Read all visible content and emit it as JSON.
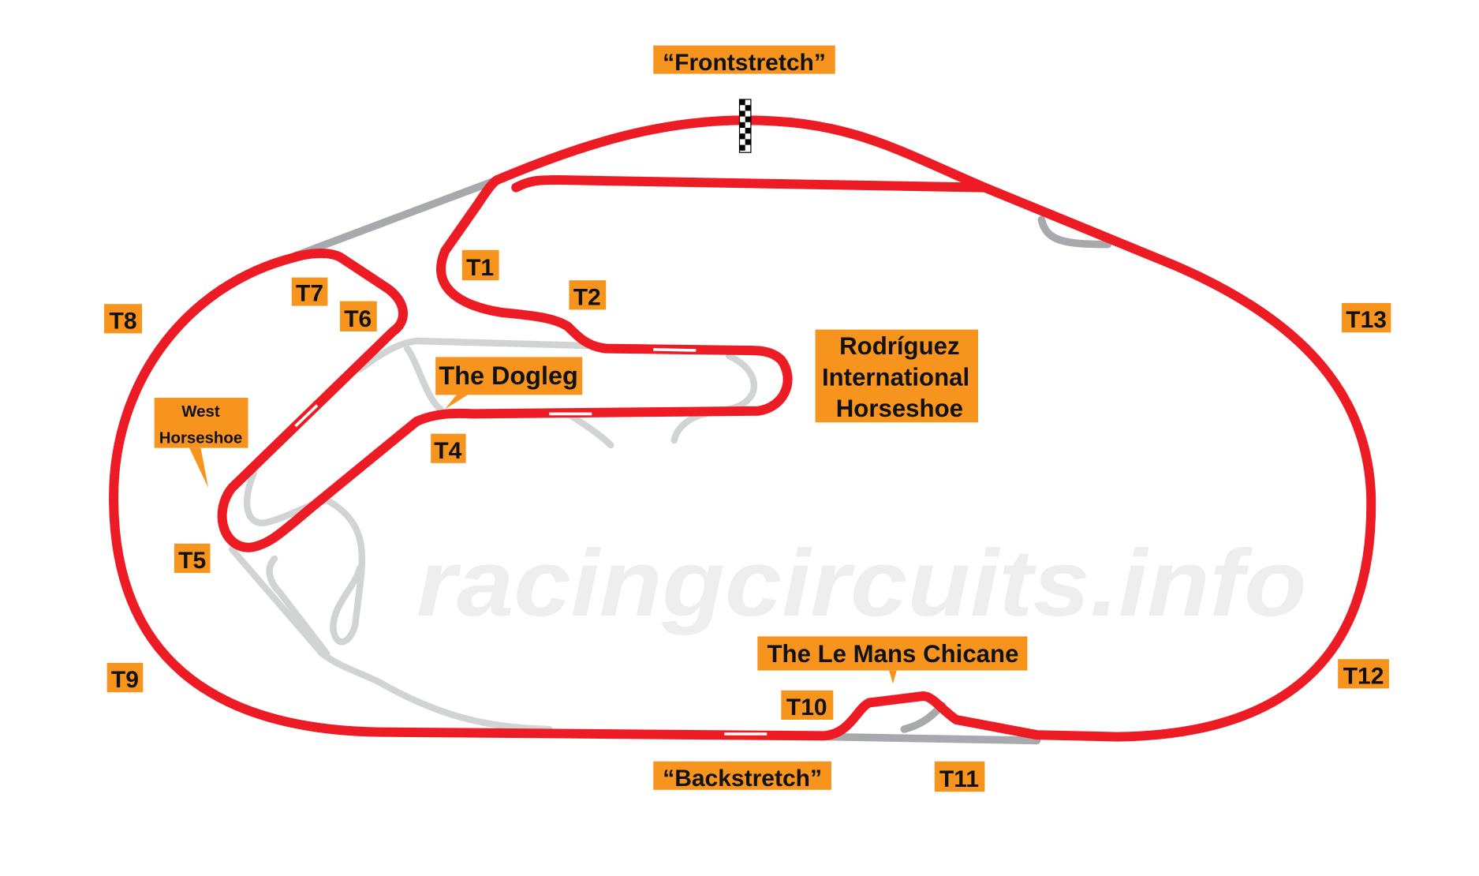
{
  "watermark": "racingcircuits.info",
  "colors": {
    "track": "#ed1c24",
    "label_bg": "#f7941d",
    "disused_dark": "#a7a9ac",
    "disused_light": "#d1d3d4"
  },
  "icons": {
    "start_finish": "checkered-flag-icon",
    "direction": "direction-arrow-icon"
  },
  "labels": {
    "frontstretch": "“Frontstretch”",
    "backstretch": "“Backstretch”",
    "t1": "T1",
    "t2": "T2",
    "t4": "T4",
    "t5": "T5",
    "t6": "T6",
    "t7": "T7",
    "t8": "T8",
    "t9": "T9",
    "t10": "T10",
    "t11": "T11",
    "t12": "T12",
    "t13": "T13",
    "dogleg": "The Dogleg",
    "horseshoe": [
      "Rodríguez",
      "International",
      "Horseshoe"
    ],
    "west_horseshoe": [
      "West",
      "Horseshoe"
    ],
    "le_mans_chicane": "The Le Mans Chicane"
  }
}
